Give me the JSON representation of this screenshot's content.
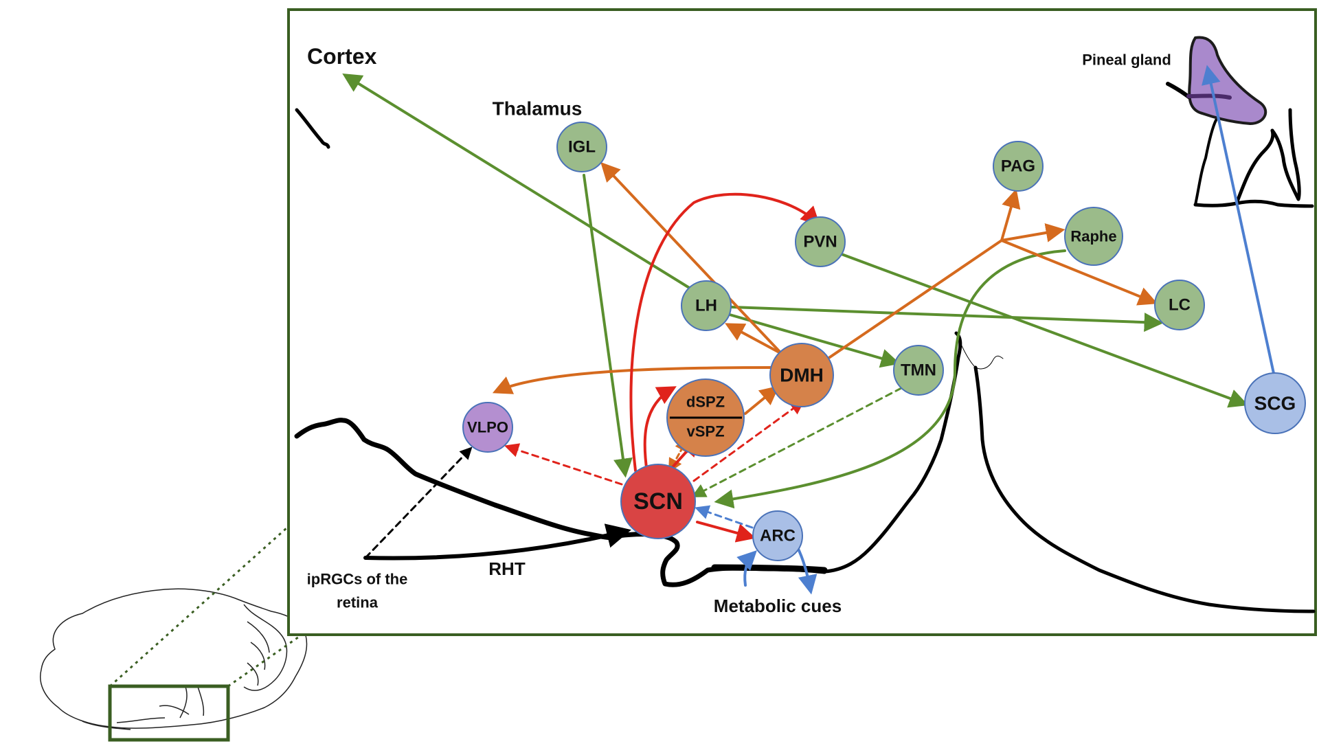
{
  "labels": {
    "cortex": "Cortex",
    "thalamus": "Thalamus",
    "pineal_gland": "Pineal gland",
    "rht": "RHT",
    "iprgc_line1": "ipRGCs of the",
    "iprgc_line2": "retina",
    "metabolic_cues": "Metabolic cues"
  },
  "nodes": {
    "igl": "IGL",
    "pvn": "PVN",
    "pag": "PAG",
    "raphe": "Raphe",
    "lh": "LH",
    "lc": "LC",
    "dmh": "DMH",
    "tmn": "TMN",
    "dspz": "dSPZ",
    "vspz": "vSPZ",
    "vlpo": "VLPO",
    "scn": "SCN",
    "arc": "ARC",
    "scg": "SCG"
  },
  "colors": {
    "frame_green": "#3a5e22",
    "green_node": "#9bbb8a",
    "orange_node": "#d5824a",
    "purple_node": "#b48fd0",
    "blue_node": "#a9bfe6",
    "red_node": "#d94444",
    "node_border": "#4a72b8",
    "green_arrow": "#5b8f2f",
    "orange_arrow": "#d56a1e",
    "red_arrow": "#e0231b",
    "blue_arrow": "#4d7fd0"
  }
}
